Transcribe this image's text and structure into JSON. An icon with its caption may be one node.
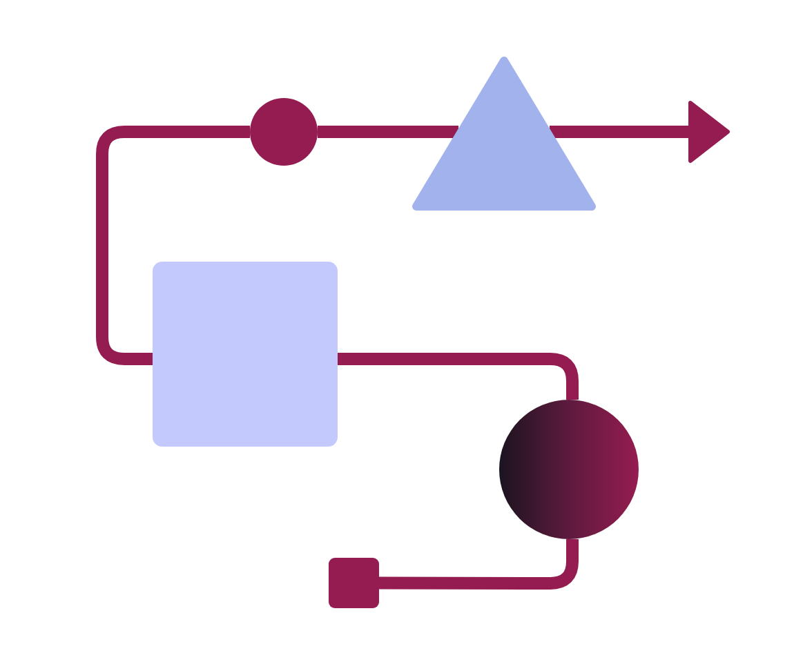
{
  "diagram": {
    "nodes": [
      {
        "text": [],
        "shape": "circle"
      },
      {
        "text": [],
        "shape": "triangle"
      },
      {
        "text": [],
        "shape": "box"
      },
      {
        "text": [],
        "shape": "circle"
      },
      {
        "text": [],
        "shape": "box"
      }
    ],
    "edges": [
      {
        "from": 4,
        "to": 3,
        "arrow": "none"
      },
      {
        "from": 3,
        "to": 2,
        "arrow": "none"
      },
      {
        "from": 2,
        "to": 0,
        "arrow": "none"
      },
      {
        "from": 0,
        "to": 1,
        "arrow": "none"
      },
      {
        "from": 1,
        "to": null,
        "arrow": "to"
      }
    ]
  }
}
